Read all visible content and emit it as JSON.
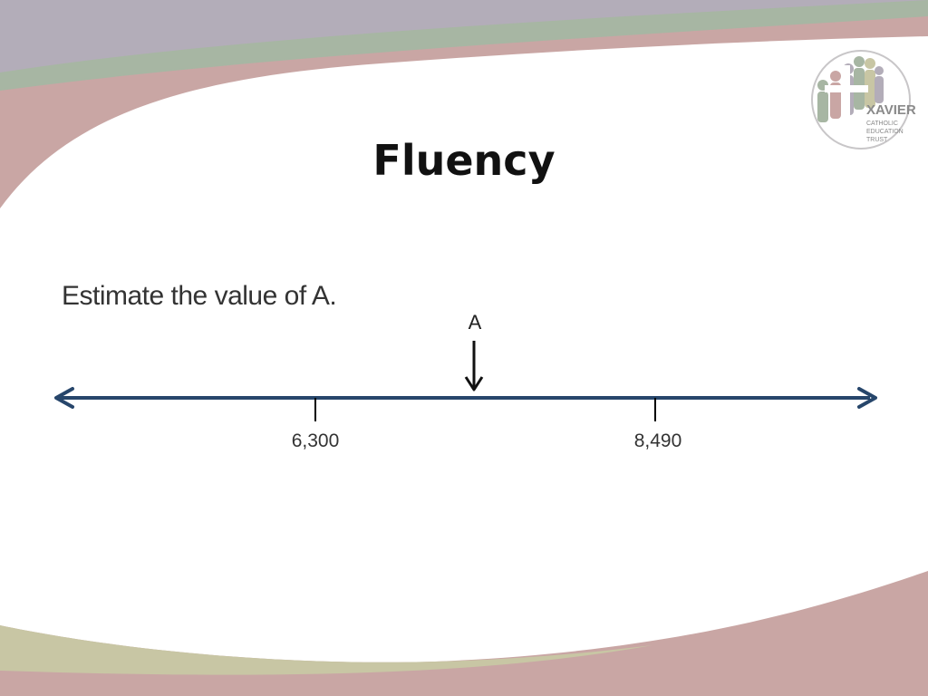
{
  "slide": {
    "title": "Fluency",
    "prompt": "Estimate the value of A."
  },
  "number_line": {
    "marker_label": "A",
    "ticks": [
      {
        "value": 6300,
        "label": "6,300"
      },
      {
        "value": 8490,
        "label": "8,490"
      }
    ]
  },
  "logo": {
    "name": "XAVIER",
    "lines": [
      "CATHOLIC",
      "EDUCATION",
      "TRUST"
    ]
  },
  "colors": {
    "line": "#27466b",
    "band_grey": "#b3adb9",
    "band_rose": "#c9a6a4",
    "band_green": "#a7b6a3",
    "band_khaki": "#c8c6a4"
  }
}
